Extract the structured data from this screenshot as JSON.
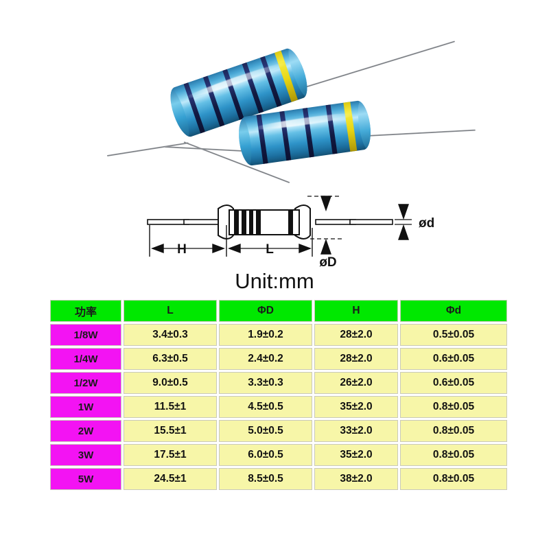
{
  "page": {
    "background": "#ffffff",
    "unit_label": "Unit:mm"
  },
  "photo": {
    "caption": "",
    "description": "Two blue metal film axial resistors with color code bands",
    "body_color": "#3fa3d4",
    "band_color": "#1a2352",
    "tolerance_band_color": "#e8d613",
    "lead_color": "#8b8e93",
    "resistors": [
      {
        "name": "resistor-upper",
        "bands": [
          "navy",
          "navy",
          "navy",
          "navy",
          "navy"
        ],
        "tolerance_band": "yellow"
      },
      {
        "name": "resistor-lower",
        "bands": [
          "navy",
          "navy",
          "navy",
          "navy"
        ],
        "tolerance_band": "yellow"
      }
    ]
  },
  "diagram": {
    "title": "resistor dimension drawing",
    "labels": {
      "h": "H",
      "l": "L",
      "od_big": "øD",
      "od_small": "ød"
    },
    "body_bands": 5,
    "line_color": "#111111"
  },
  "table": {
    "headers": [
      "功率",
      "L",
      "ΦD",
      "H",
      "Φd"
    ],
    "header_bg": "#00e800",
    "power_col_bg": "#f313f3",
    "value_bg": "#f7f6a8",
    "rows": [
      {
        "power": "1/8W",
        "L": "3.4±0.3",
        "PhiD": "1.9±0.2",
        "H": "28±2.0",
        "Phid": "0.5±0.05"
      },
      {
        "power": "1/4W",
        "L": "6.3±0.5",
        "PhiD": "2.4±0.2",
        "H": "28±2.0",
        "Phid": "0.6±0.05"
      },
      {
        "power": "1/2W",
        "L": "9.0±0.5",
        "PhiD": "3.3±0.3",
        "H": "26±2.0",
        "Phid": "0.6±0.05"
      },
      {
        "power": "1W",
        "L": "11.5±1",
        "PhiD": "4.5±0.5",
        "H": "35±2.0",
        "Phid": "0.8±0.05"
      },
      {
        "power": "2W",
        "L": "15.5±1",
        "PhiD": "5.0±0.5",
        "H": "33±2.0",
        "Phid": "0.8±0.05"
      },
      {
        "power": "3W",
        "L": "17.5±1",
        "PhiD": "6.0±0.5",
        "H": "35±2.0",
        "Phid": "0.8±0.05"
      },
      {
        "power": "5W",
        "L": "24.5±1",
        "PhiD": "8.5±0.5",
        "H": "38±2.0",
        "Phid": "0.8±0.05"
      }
    ]
  }
}
